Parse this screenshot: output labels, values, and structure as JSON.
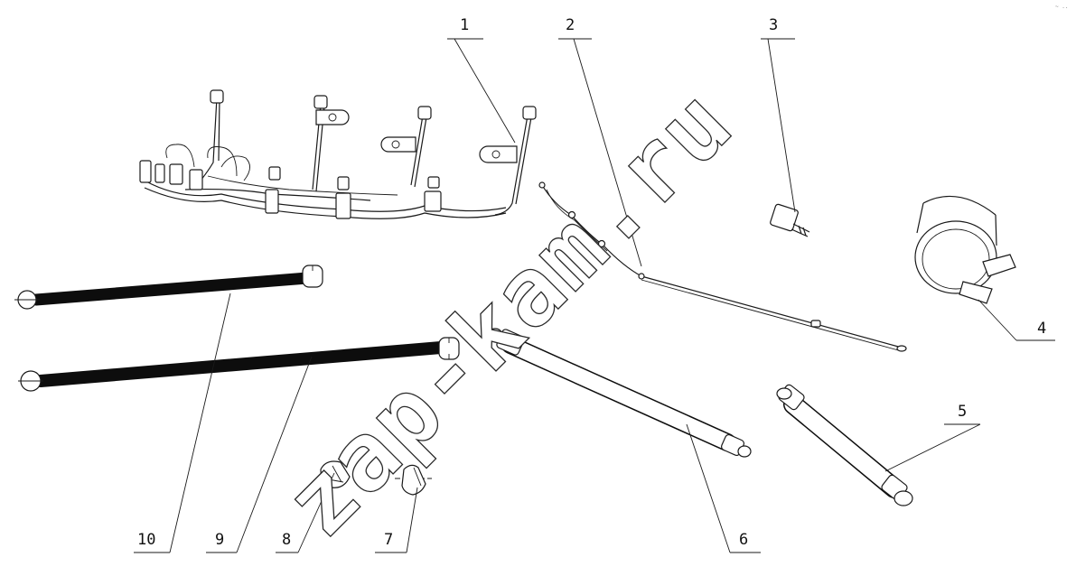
{
  "watermark": "zap-kam.ru",
  "corner_mark": "~ ..",
  "callouts": [
    {
      "id": 1,
      "label": "1"
    },
    {
      "id": 2,
      "label": "2"
    },
    {
      "id": 3,
      "label": "3"
    },
    {
      "id": 4,
      "label": "4"
    },
    {
      "id": 5,
      "label": "5"
    },
    {
      "id": 6,
      "label": "6"
    },
    {
      "id": 7,
      "label": "7"
    },
    {
      "id": 8,
      "label": "8"
    },
    {
      "id": 9,
      "label": "9"
    },
    {
      "id": 10,
      "label": "10"
    }
  ],
  "colors": {
    "line": "#1a1a1a",
    "background": "#ffffff",
    "rod_fill": "#0d0d0d"
  }
}
